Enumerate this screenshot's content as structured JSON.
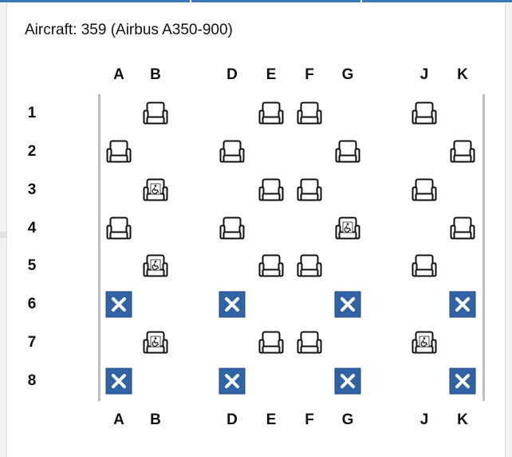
{
  "title": "Aircraft: 359 (Airbus A350-900)",
  "columns": [
    "A",
    "B",
    "D",
    "E",
    "F",
    "G",
    "J",
    "K"
  ],
  "rows": [
    "1",
    "2",
    "3",
    "4",
    "5",
    "6",
    "7",
    "8"
  ],
  "seat_map": {
    "1": {
      "A": "none",
      "B": "available",
      "D": "none",
      "E": "available",
      "F": "available",
      "G": "none",
      "J": "available",
      "K": "none"
    },
    "2": {
      "A": "available",
      "B": "none",
      "D": "available",
      "E": "none",
      "F": "none",
      "G": "available",
      "J": "none",
      "K": "available"
    },
    "3": {
      "A": "none",
      "B": "accessible",
      "D": "none",
      "E": "available",
      "F": "available",
      "G": "none",
      "J": "available",
      "K": "none"
    },
    "4": {
      "A": "available",
      "B": "none",
      "D": "available",
      "E": "none",
      "F": "none",
      "G": "accessible",
      "J": "none",
      "K": "available"
    },
    "5": {
      "A": "none",
      "B": "accessible",
      "D": "none",
      "E": "available",
      "F": "available",
      "G": "none",
      "J": "available",
      "K": "none"
    },
    "6": {
      "A": "blocked",
      "B": "none",
      "D": "blocked",
      "E": "none",
      "F": "none",
      "G": "blocked",
      "J": "none",
      "K": "blocked"
    },
    "7": {
      "A": "none",
      "B": "accessible",
      "D": "none",
      "E": "available",
      "F": "available",
      "G": "none",
      "J": "accessible",
      "K": "none"
    },
    "8": {
      "A": "blocked",
      "B": "none",
      "D": "blocked",
      "E": "none",
      "F": "none",
      "G": "blocked",
      "J": "none",
      "K": "blocked"
    }
  },
  "icons": {
    "available": "seat-icon",
    "accessible": "wheelchair-seat-icon",
    "blocked": "blocked-seat-icon"
  },
  "colors": {
    "blocked_bg": "#2f63a6",
    "tab_accent": "#3d78b8",
    "wall": "#bdbdbd"
  }
}
